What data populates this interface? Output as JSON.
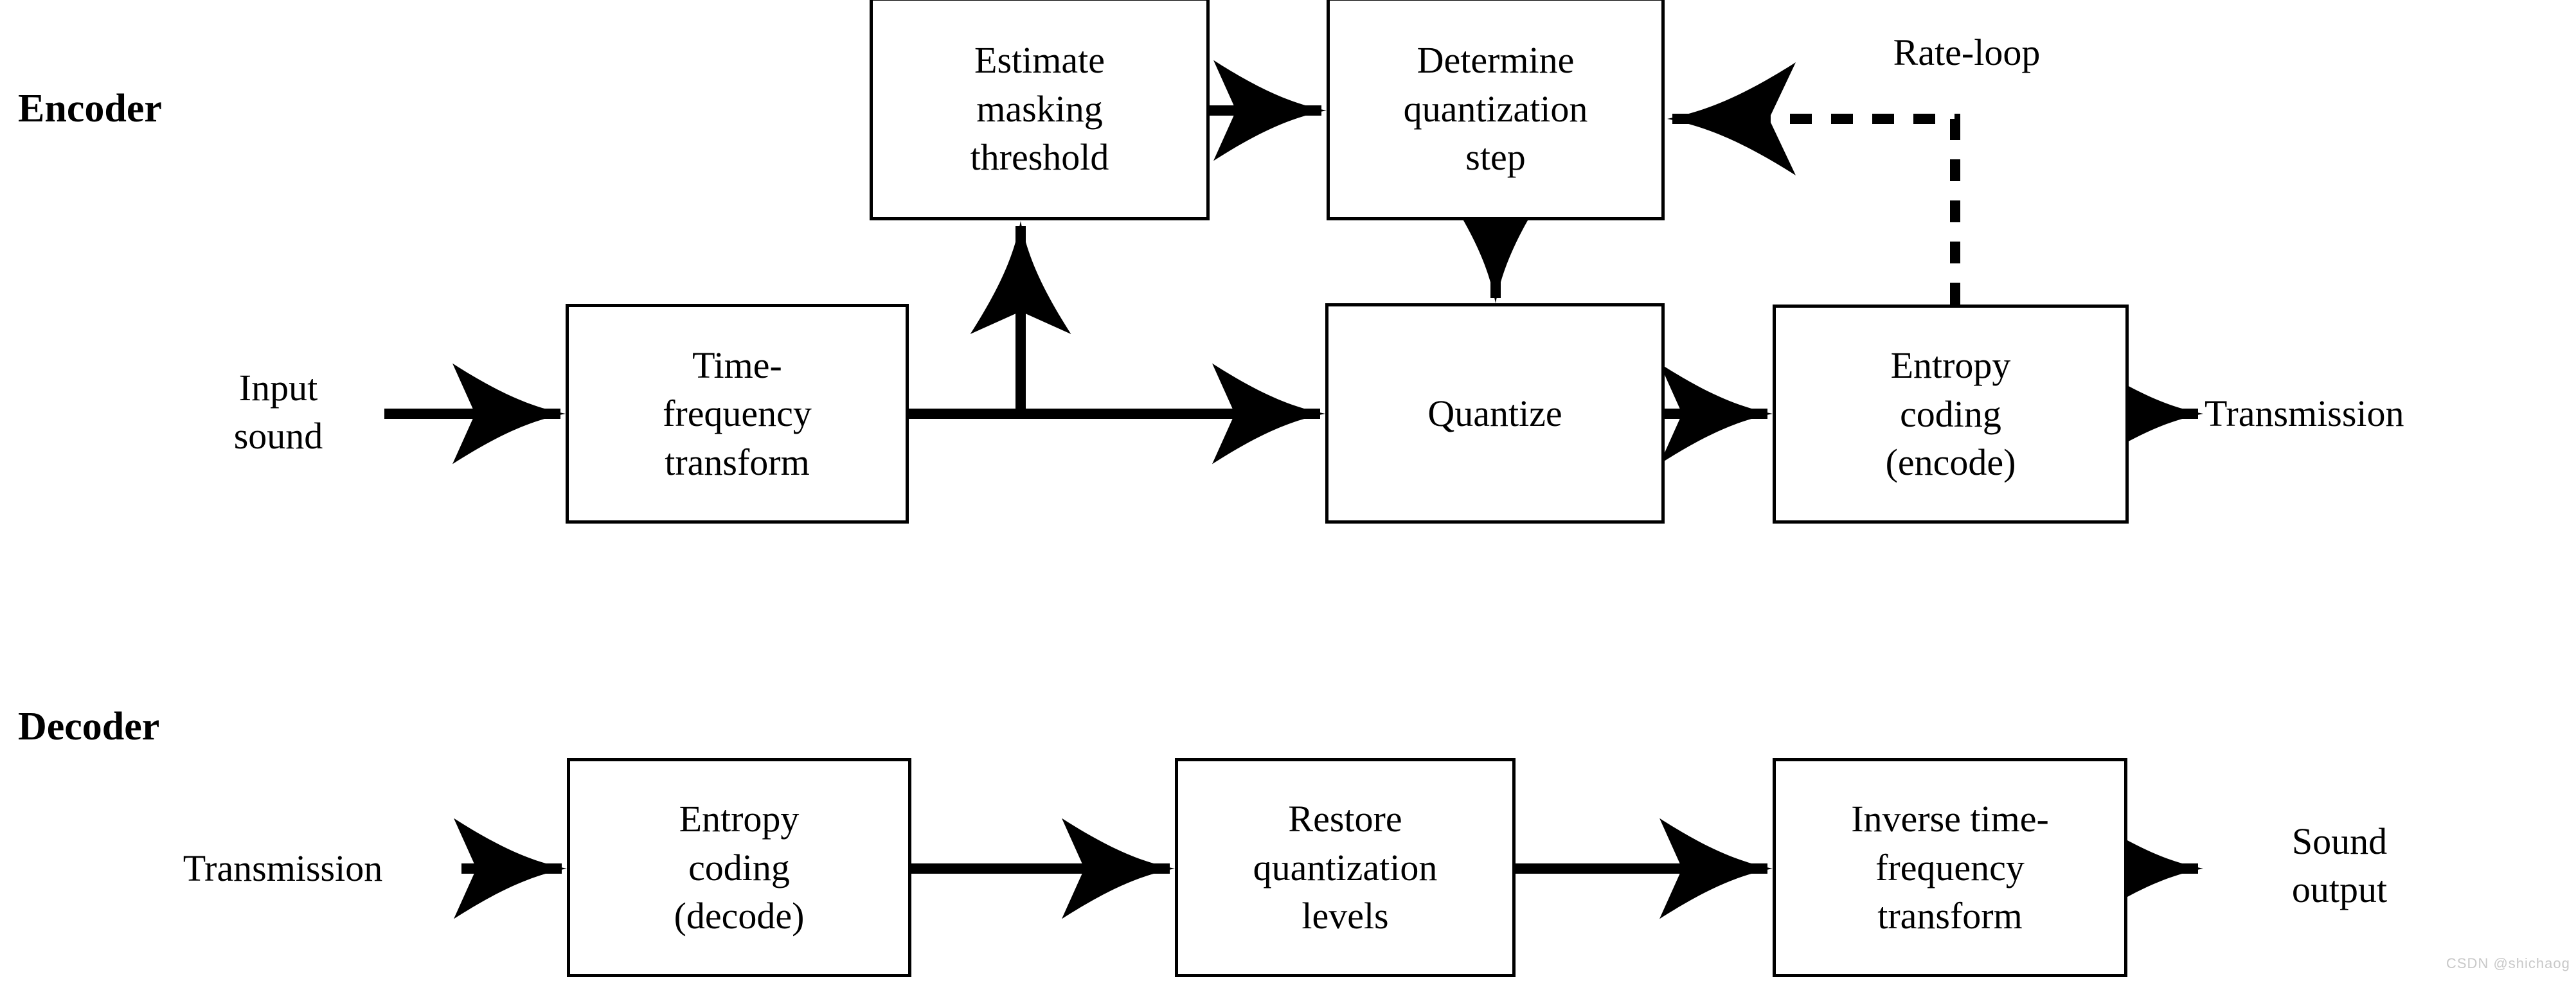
{
  "diagram": {
    "title_encoder": "Encoder",
    "title_decoder": "Decoder",
    "loop_label": "Rate-loop",
    "watermark": "CSDN @shichaog",
    "stroke_color": "#000000",
    "background_color": "#ffffff"
  },
  "encoder": {
    "label": "Encoder",
    "input_text": "Input\nsound",
    "output_text": "Transmission",
    "nodes": [
      {
        "id": "time-frequency-transform",
        "label": "Time-\nfrequency\ntransform"
      },
      {
        "id": "estimate-masking-threshold",
        "label": "Estimate\nmasking\nthreshold"
      },
      {
        "id": "determine-quantization-step",
        "label": "Determine\nquantization\nstep"
      },
      {
        "id": "quantize",
        "label": "Quantize"
      },
      {
        "id": "entropy-coding-encode",
        "label": "Entropy\ncoding\n(encode)"
      }
    ],
    "rate_loop_label": "Rate-loop"
  },
  "decoder": {
    "label": "Decoder",
    "input_text": "Transmission",
    "output_text": "Sound\noutput",
    "nodes": [
      {
        "id": "entropy-coding-decode",
        "label": "Entropy\ncoding\n(decode)"
      },
      {
        "id": "restore-quantization-levels",
        "label": "Restore\nquantization\nlevels"
      },
      {
        "id": "inverse-time-frequency-transform",
        "label": "Inverse time-\nfrequency\ntransform"
      }
    ]
  }
}
